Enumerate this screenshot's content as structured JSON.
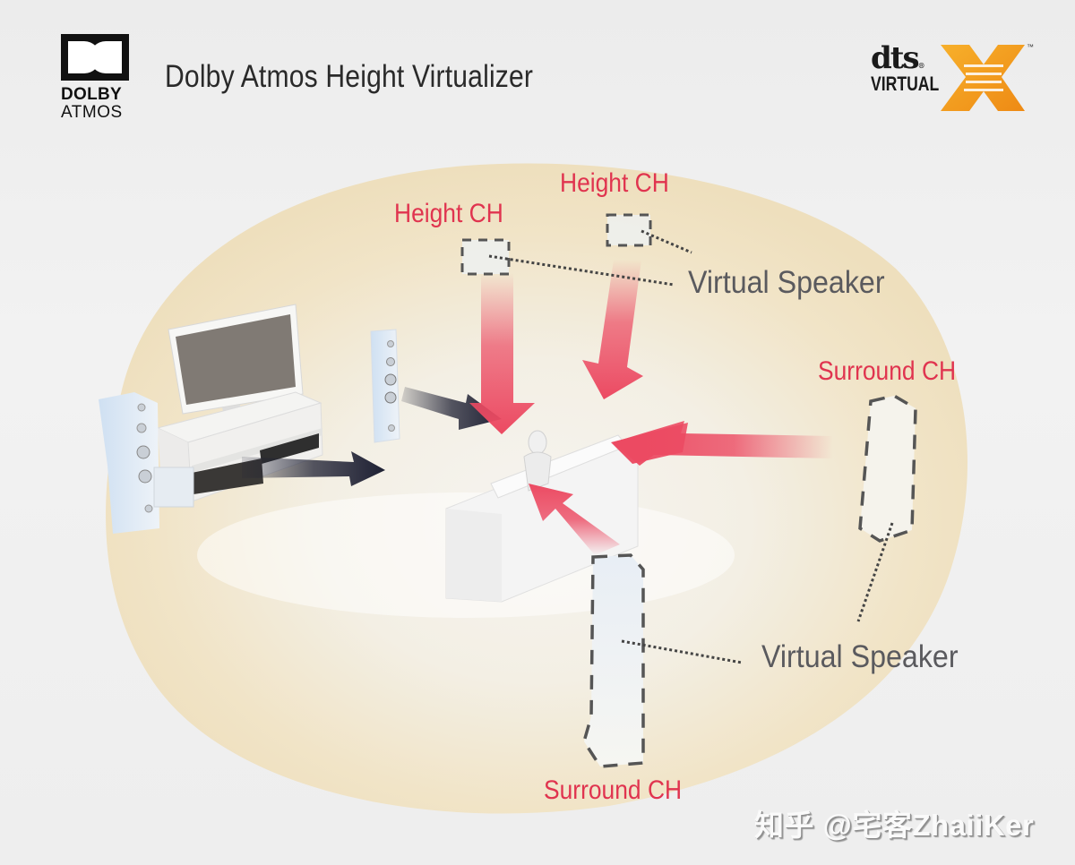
{
  "header": {
    "title": "Dolby Atmos Height Virtualizer",
    "dolby_logo": {
      "icon": "dolby-double-d-icon",
      "line1": "DOLBY",
      "line2": "ATMOS"
    },
    "dts_logo": {
      "word": "dts",
      "registered": "®",
      "line2": "VIRTUAL",
      "mark": "X",
      "trademark": "™",
      "accent_color": "#f39a1e"
    }
  },
  "diagram": {
    "height_channels": [
      {
        "label": "Height CH",
        "position": "left"
      },
      {
        "label": "Height CH",
        "position": "right"
      }
    ],
    "surround_channels": [
      {
        "label": "Surround CH",
        "position": "right"
      },
      {
        "label": "Surround CH",
        "position": "bottom"
      }
    ],
    "virtual_speaker_labels": [
      {
        "label": "Virtual Speaker",
        "target": "height"
      },
      {
        "label": "Virtual Speaker",
        "target": "surround"
      }
    ],
    "objects": [
      "television",
      "tv-stand",
      "av-receiver",
      "front-left-speaker",
      "front-right-speaker",
      "center-subwoofer",
      "sofa",
      "listener"
    ],
    "colors": {
      "label_red": "#e0344f",
      "arrow_red": "#ec4a62",
      "arrow_dark": "#1e2033",
      "sound_field": "#f3e6c8",
      "virtual_label_grey": "#5a5a5e",
      "speaker_blue": "#dbe8f5"
    }
  },
  "watermark": {
    "text": "知乎 @宅客ZhaiiKer"
  }
}
